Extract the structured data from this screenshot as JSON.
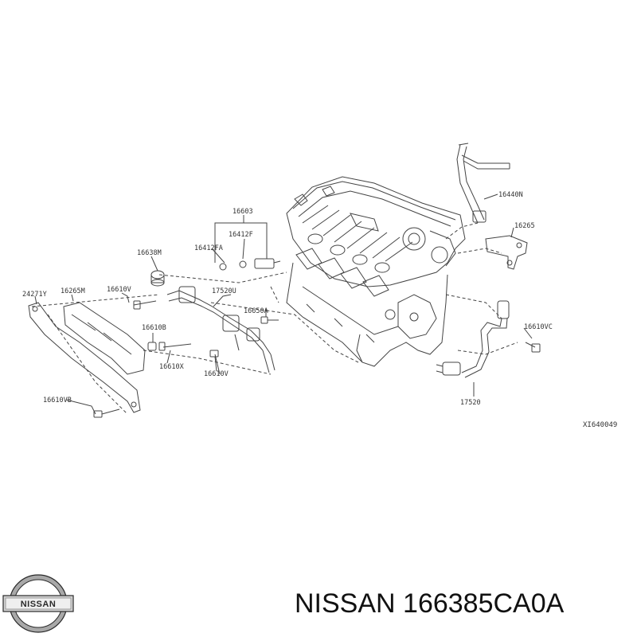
{
  "diagram": {
    "labels": {
      "p16603": "16603",
      "p16412F": "16412F",
      "p16412FA": "16412FA",
      "p16638M": "16638M",
      "p24271Y": "24271Y",
      "p16265M": "16265M",
      "p16610V_a": "16610V",
      "p17520U": "17520U",
      "p16650A": "16650A",
      "p16610B": "16610B",
      "p16610X": "16610X",
      "p16610V_b": "16610V",
      "p16610VB": "16610VB",
      "p16440N": "16440N",
      "p16265": "16265",
      "p16610VC": "16610VC",
      "p17520": "17520"
    },
    "ref_code": "XI640049"
  },
  "footer": {
    "brand_text": "NISSAN 166385CA0A",
    "logo_text": "NISSAN"
  },
  "colors": {
    "line": "#444444",
    "logo_silver": "#a8a8a8",
    "logo_dark": "#2a2a2a"
  }
}
